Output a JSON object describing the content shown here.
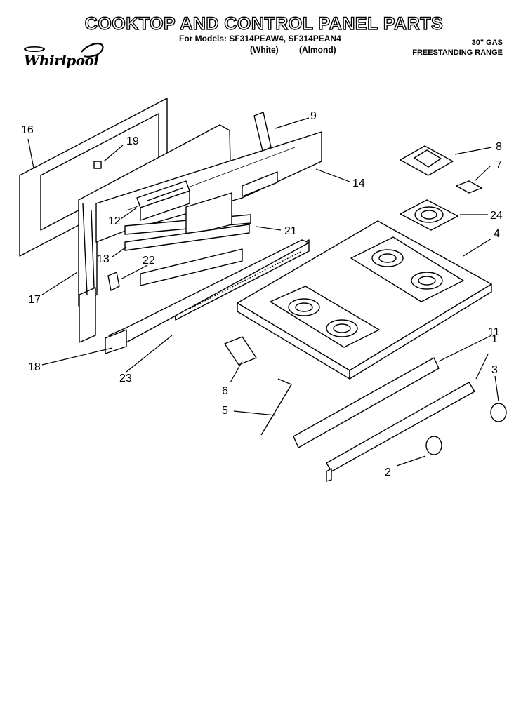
{
  "header": {
    "title": "COOKTOP AND CONTROL PANEL PARTS",
    "models": "For Models: SF314PEAW4, SF314PEAN4",
    "variant_1": "(White)",
    "variant_2": "(Almond)",
    "spec_line_1": "30\" GAS",
    "spec_line_2": "FREESTANDING RANGE"
  },
  "brand": {
    "logo_text": "Whirlpool",
    "badge_text": "Whirlpool"
  },
  "callouts": [
    "1",
    "2",
    "3",
    "4",
    "5",
    "6",
    "7",
    "8",
    "9",
    "11",
    "12",
    "13",
    "14",
    "16",
    "17",
    "18",
    "19",
    "21",
    "22",
    "23",
    "24"
  ]
}
